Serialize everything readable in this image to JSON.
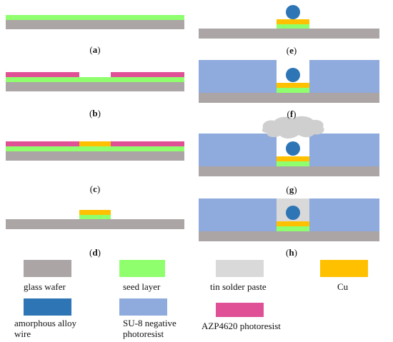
{
  "colors": {
    "glass": "#aba5a5",
    "seed": "#8fff6d",
    "photoresist": "#e05096",
    "cu": "#ffc000",
    "wire": "#2e75b6",
    "su8": "#8faadc",
    "solder": "#d9d9d9",
    "blob": "#cfcfcf"
  },
  "panels": {
    "a": "a",
    "b": "b",
    "c": "c",
    "d": "d",
    "e": "e",
    "f": "f",
    "g": "g",
    "h": "h"
  },
  "legend": {
    "glass": "glass wafer",
    "seed": "seed layer",
    "solder": "tin solder paste",
    "cu": "Cu",
    "wire": "amorphous alloy wire",
    "su8": "SU-8 negative photoresist",
    "azp": "AZP4620 photoresist"
  }
}
